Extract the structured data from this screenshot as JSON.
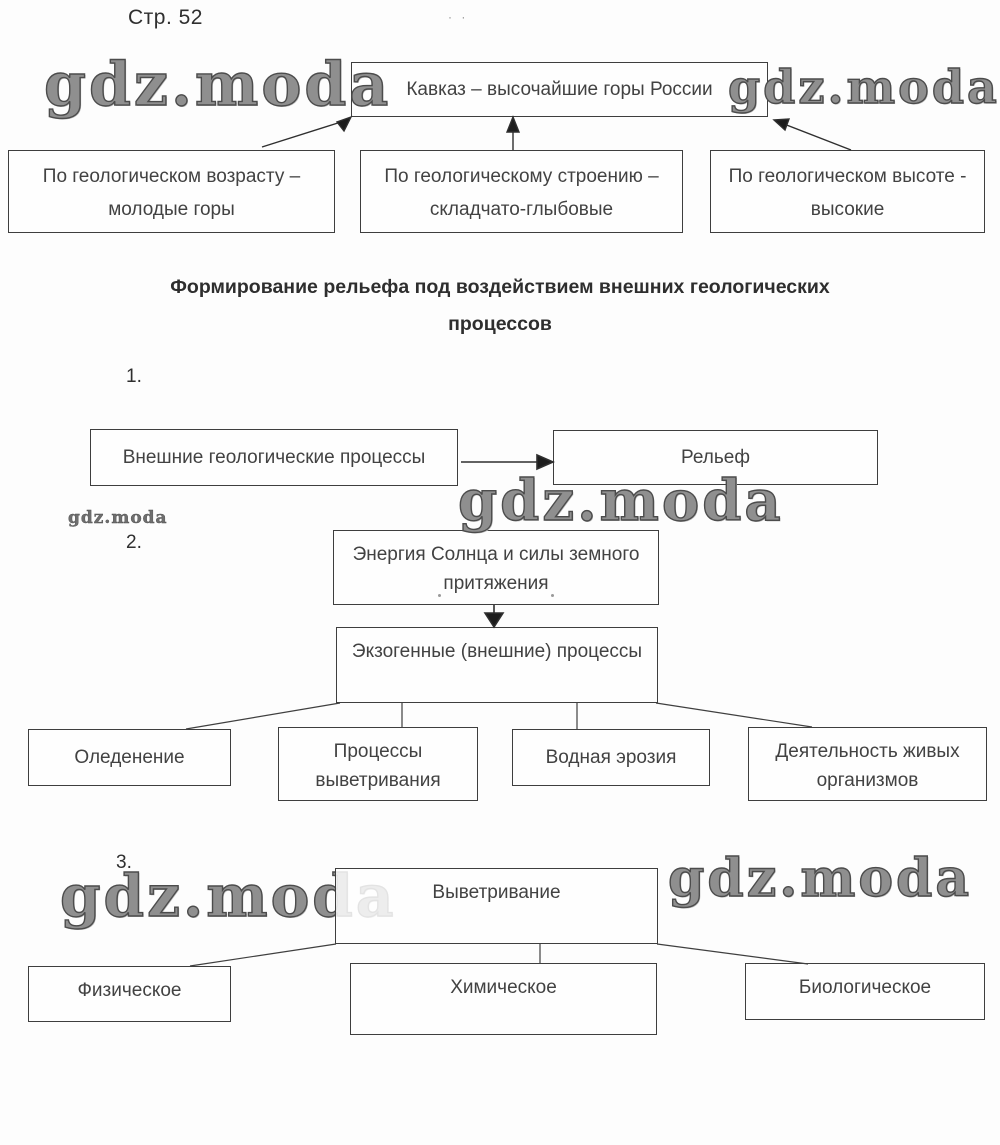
{
  "page": {
    "label": "Стр. 52",
    "smudge": "· ·"
  },
  "watermark": {
    "text": "gdz.moda"
  },
  "diagram_kavkaz": {
    "root": "Кавказ – высочайшие горы России",
    "children": [
      "По геологическом возрасту – молодые горы",
      "По геологическому строению – складчато-глыбовые",
      "По геологическом высоте - высокие"
    ]
  },
  "heading": {
    "line1": "Формирование рельефа под воздействием внешних геологических",
    "line2": "процессов"
  },
  "section1": {
    "label": "1.",
    "left_box": "Внешние геологические процессы",
    "right_box": "Рельеф"
  },
  "section2": {
    "label": "2.",
    "top_box": "Энергия Солнца и силы земного притяжения",
    "middle_box": "Экзогенные (внешние) процессы",
    "children": [
      "Оледенение",
      "Процессы выветривания",
      "Водная эрозия",
      "Деятельность живых организмов"
    ]
  },
  "section3": {
    "label": "3.",
    "root": "Выветривание",
    "children": [
      "Физическое",
      "Химическое",
      "Биологическое"
    ]
  }
}
